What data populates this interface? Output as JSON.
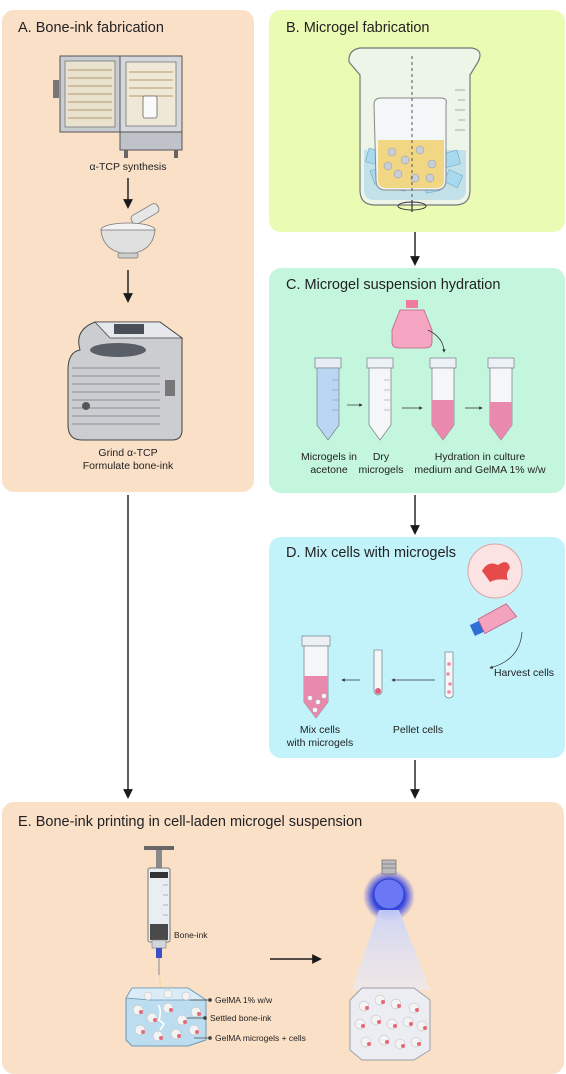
{
  "panels": {
    "a": {
      "title": "A. Bone-ink fabrication",
      "step1": "α-TCP synthesis",
      "step2_line1": "Grind α-TCP",
      "step2_line2": "Formulate bone-ink"
    },
    "b": {
      "title": "B. Microgel fabrication"
    },
    "c": {
      "title": "C. Microgel suspension hydration",
      "tube1_line1": "Microgels in",
      "tube1_line2": "acetone",
      "tube2_line1": "Dry",
      "tube2_line2": "microgels",
      "tube3_line1": "Hydration in culture",
      "tube3_line2": "medium and GelMA 1% w/w"
    },
    "d": {
      "title": "D. Mix cells with microgels",
      "harvest": "Harvest cells",
      "pellet": "Pellet cells",
      "mix_line1": "Mix cells",
      "mix_line2": "with microgels"
    },
    "e": {
      "title": "E. Bone-ink printing in cell-laden microgel suspension",
      "syringe_label": "Bone-ink",
      "layer1": "GelMA 1% w/w",
      "layer2": "Settled bone-ink",
      "layer3": "GelMA microgels + cells"
    }
  },
  "colors": {
    "panel_a": "#fbe0c8",
    "panel_b": "#eafbb4",
    "panel_c": "#c4f5dd",
    "panel_d": "#c2f3fb",
    "panel_e": "#fbe0c8",
    "pink_medium": "#e889ad",
    "blue_light": "#b9d6f2"
  }
}
